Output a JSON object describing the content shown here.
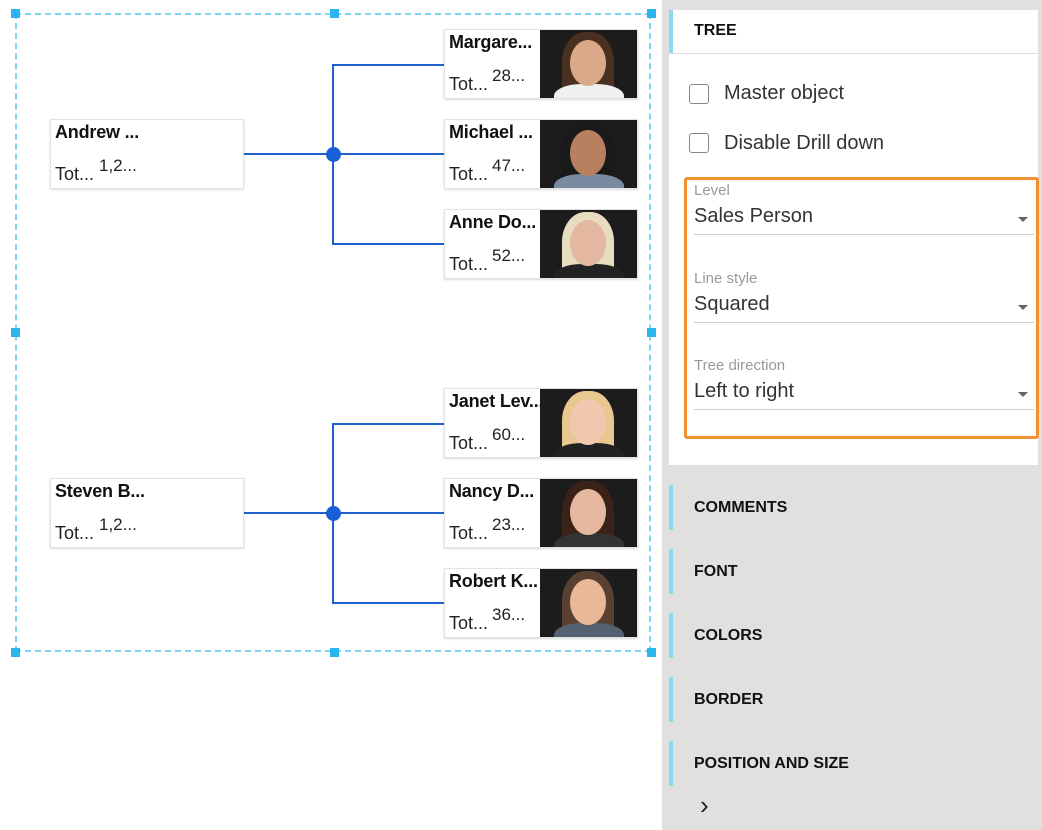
{
  "tree": {
    "parents": [
      {
        "name": "Andrew ...",
        "label": "Tot...",
        "value": "1,2...",
        "children": [
          {
            "name": "Margare...",
            "label": "Tot...",
            "value": "28...",
            "photo": "photo-margaret"
          },
          {
            "name": "Michael ...",
            "label": "Tot...",
            "value": "47...",
            "photo": "photo-michael"
          },
          {
            "name": "Anne Do...",
            "label": "Tot...",
            "value": "52...",
            "photo": "photo-anne"
          }
        ]
      },
      {
        "name": "Steven B...",
        "label": "Tot...",
        "value": "1,2...",
        "children": [
          {
            "name": "Janet Lev...",
            "label": "Tot...",
            "value": "60...",
            "photo": "photo-janet"
          },
          {
            "name": "Nancy D...",
            "label": "Tot...",
            "value": "23...",
            "photo": "photo-nancy"
          },
          {
            "name": "Robert K...",
            "label": "Tot...",
            "value": "36...",
            "photo": "photo-robert"
          }
        ]
      }
    ]
  },
  "panel": {
    "title": "TREE",
    "master_object": "Master object",
    "disable_drill": "Disable Drill down",
    "level_label": "Level",
    "level_value": "Sales Person",
    "line_label": "Line style",
    "line_value": "Squared",
    "dir_label": "Tree direction",
    "dir_value": "Left to right",
    "sections": [
      "COMMENTS",
      "FONT",
      "COLORS",
      "BORDER",
      "POSITION AND SIZE"
    ]
  },
  "colors": {
    "accent": "#1a5fd6",
    "highlight": "#f0902f",
    "section_bar": "#8fd8f0"
  }
}
